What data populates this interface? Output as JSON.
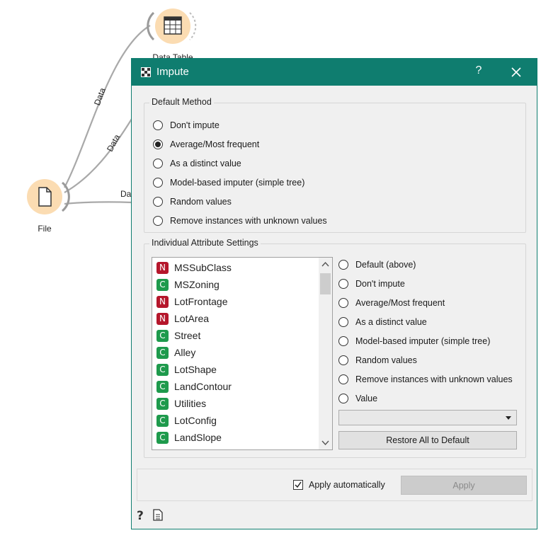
{
  "canvas": {
    "nodes": {
      "data_table": {
        "label": "Data Table",
        "icon": "table-icon"
      },
      "file": {
        "label": "File",
        "icon": "file-icon"
      }
    },
    "links": [
      "Data",
      "Data",
      "Data"
    ]
  },
  "dialog": {
    "title": "Impute",
    "help": "?",
    "title_color": "#0f7d6f",
    "default_method": {
      "title": "Default Method",
      "options": [
        "Don't impute",
        "Average/Most frequent",
        "As a distinct value",
        "Model-based imputer (simple tree)",
        "Random values",
        "Remove instances with unknown values"
      ],
      "selected": "Average/Most frequent"
    },
    "individual": {
      "title": "Individual Attribute Settings",
      "attributes": [
        {
          "type": "N",
          "name": "MSSubClass"
        },
        {
          "type": "C",
          "name": "MSZoning"
        },
        {
          "type": "N",
          "name": "LotFrontage"
        },
        {
          "type": "N",
          "name": "LotArea"
        },
        {
          "type": "C",
          "name": "Street"
        },
        {
          "type": "C",
          "name": "Alley"
        },
        {
          "type": "C",
          "name": "LotShape"
        },
        {
          "type": "C",
          "name": "LandContour"
        },
        {
          "type": "C",
          "name": "Utilities"
        },
        {
          "type": "C",
          "name": "LotConfig"
        },
        {
          "type": "C",
          "name": "LandSlope"
        }
      ],
      "badge_colors": {
        "N": "#b5162b",
        "C": "#1e9a4c"
      },
      "options": [
        "Default (above)",
        "Don't impute",
        "Average/Most frequent",
        "As a distinct value",
        "Model-based imputer (simple tree)",
        "Random values",
        "Remove instances with unknown values",
        "Value"
      ],
      "value_select": "",
      "restore_label": "Restore All to Default"
    },
    "apply_auto": {
      "label": "Apply automatically",
      "checked": true
    },
    "apply_label": "Apply"
  }
}
